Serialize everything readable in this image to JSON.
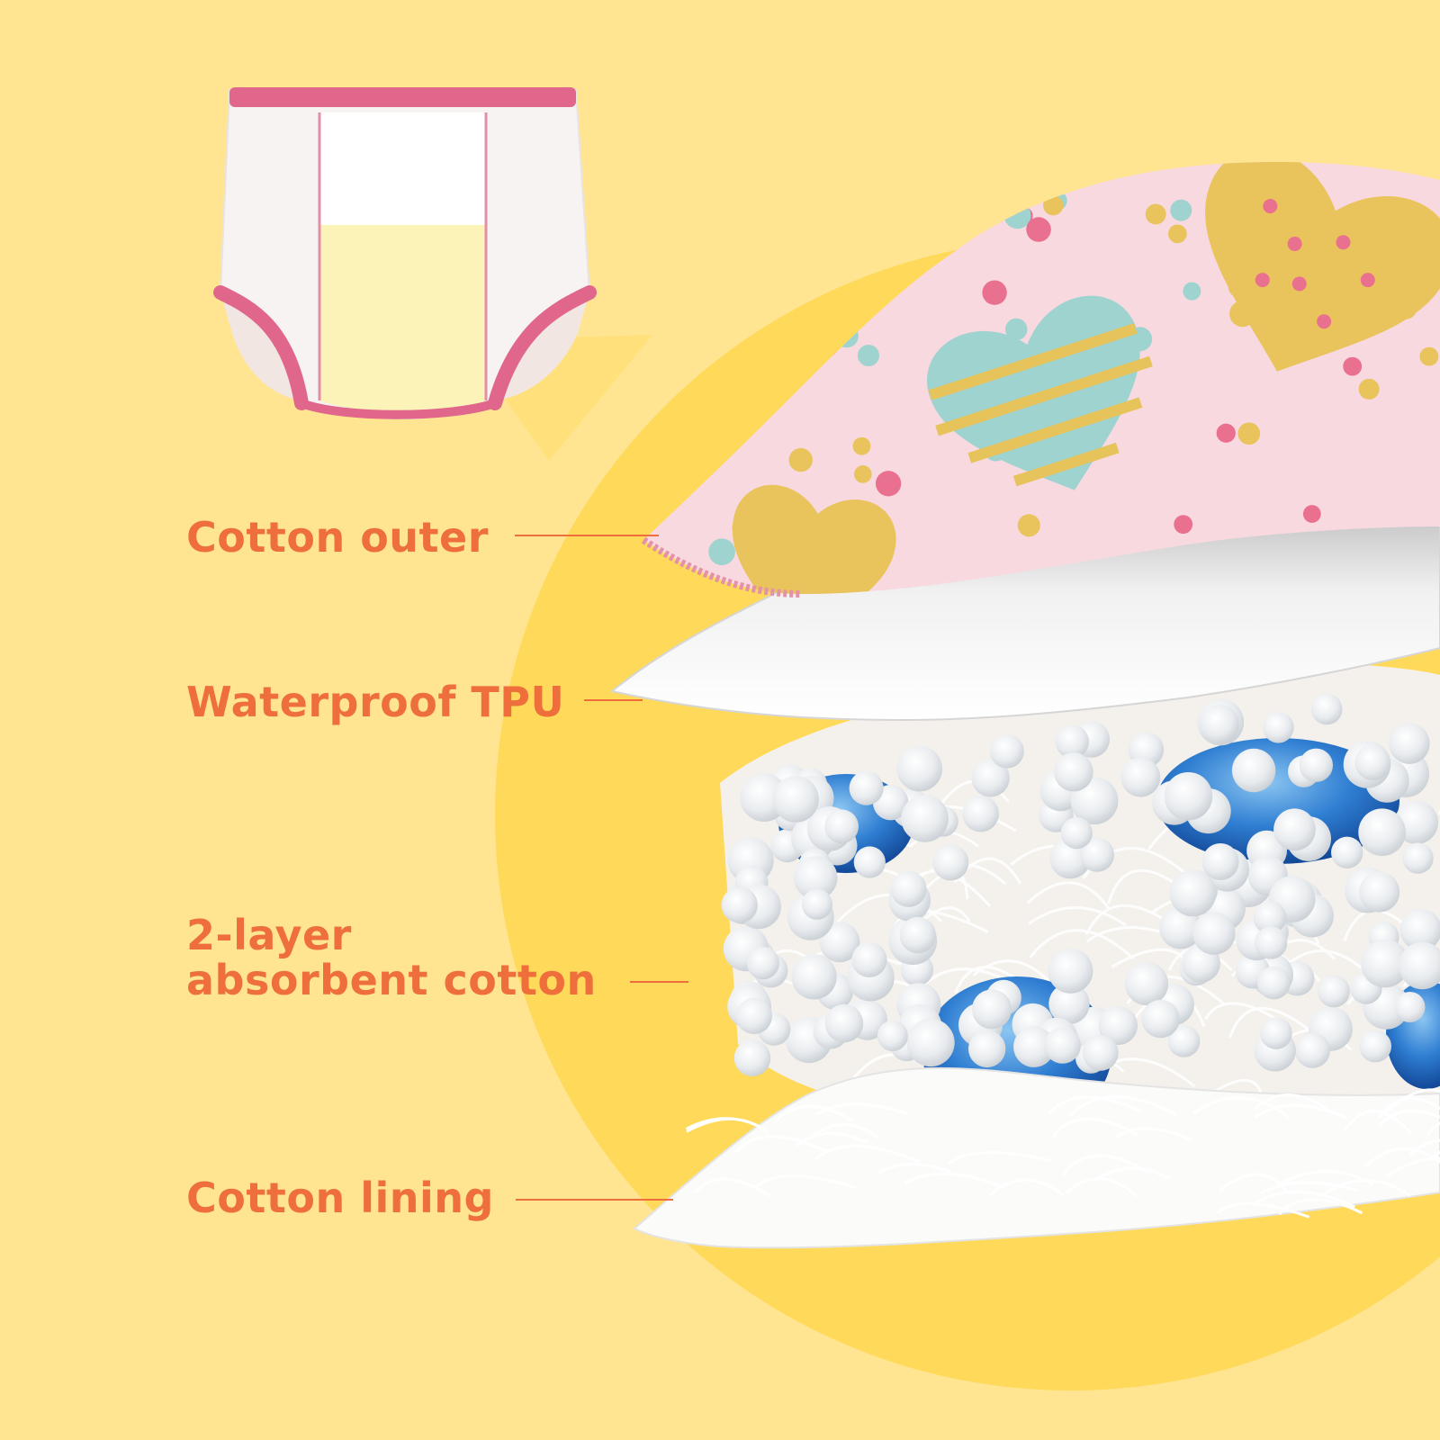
{
  "colors": {
    "background": "#FFE592",
    "circle": "#FFD95A",
    "label_text": "#EE6F3C",
    "leader_line": "#EE6F3C",
    "outer_fabric": "#F7D9DF",
    "tpu_layer": "#F4F4F4",
    "absorbent_beads": "#EEF1F4",
    "gel_beads": "#2A74C8",
    "waistband_trim": "#E0678B",
    "crotch_pad": "#FCF3B8"
  },
  "layers": [
    {
      "id": "outer",
      "label": "Cotton outer"
    },
    {
      "id": "tpu",
      "label": "Waterproof TPU"
    },
    {
      "id": "absorbent",
      "label_line1": "2-layer",
      "label_line2": "absorbent cotton"
    },
    {
      "id": "lining",
      "label": "Cotton lining"
    }
  ]
}
